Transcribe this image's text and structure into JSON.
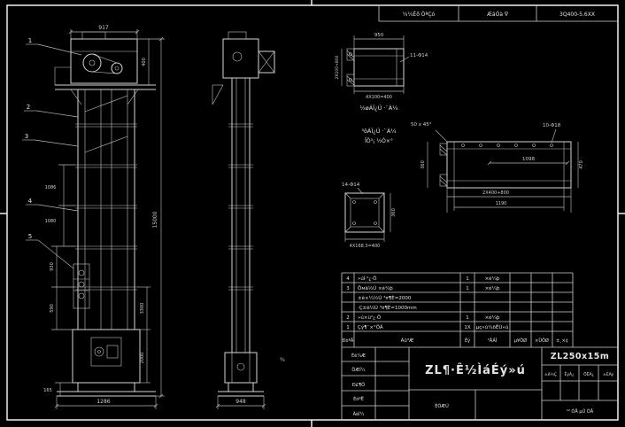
{
  "header": {
    "cell1": "¼¼Êõ ÒªÇó",
    "cell2": "ÆäÓà ∇",
    "doc_no": "3Q400-5.6XX"
  },
  "front_view": {
    "balloon1": "1",
    "balloon2": "2",
    "balloon3": "3",
    "balloon4": "4",
    "balloon5": "5",
    "dim_top": "917",
    "dim_height": "15000",
    "dim_bottom": "1286",
    "dim_left1": "1086",
    "dim_left2": "1080",
    "dim_left3": "930",
    "dim_left4": "590",
    "dim_left5": "165",
    "dim_right0": "400",
    "dim_right1": "3300",
    "dim_right2": "2000"
  },
  "side_view": {
    "dim_bottom": "948",
    "stray": "¾"
  },
  "detail_a": {
    "dim_top": "950",
    "holes": "11-Φ14",
    "dim_left": "2X100+800",
    "dim_bottom": "4X100=400",
    "caption": "½øÁÏ¿Ú ·¨À¼"
  },
  "detail_b": {
    "caption1": "³öÁÏ¿Ú ·¨À¼",
    "caption2": "ÏÖ³¡ ½Ó×°",
    "chamfer": "50 x 45°",
    "holes": "10-Φ18",
    "dim_inner": "1098",
    "dim_bottom1": "2X400+800",
    "dim_bottom2": "1190",
    "dim_right": "470",
    "dim_left": "360"
  },
  "detail_c": {
    "holes": "14-Φ14",
    "dim_bottom": "4X168.3=400",
    "dim_right": "360"
  },
  "bom": {
    "rows": [
      {
        "no": "4",
        "name": "»úÍ·²¿·Ö",
        "qty": "1",
        "mat": "×é¼þ"
      },
      {
        "no": "3",
        "name": "Öмä½Ú ×é¼þ",
        "qty": "1",
        "mat": "×é¼þ"
      },
      {
        "no": "",
        "name": "±ê×¼½Ú ³¤¶È=2000",
        "qty": "",
        "mat": ""
      },
      {
        "no": "",
        "name": "·Ç±ê½Ú ³¤¶È=1000mm",
        "qty": "",
        "mat": ""
      },
      {
        "no": "2",
        "name": "»ú×ù²¿·Ö",
        "qty": "1",
        "mat": "×é¼þ"
      },
      {
        "no": "1",
        "name": "Çý¶¯×°ÖÃ",
        "qty": "1X",
        "mat": "µç»ú¼õËÙ»ú"
      }
    ],
    "header": {
      "no": "ÐòºÅ",
      "name": "Ãû³Æ",
      "qty": "Êý",
      "mat": "²ÄÁÏ",
      "unit": "µ¥ÖØ",
      "total": "×ÜÖØ",
      "remark": "±¸×¢"
    }
  },
  "title_block": {
    "title": "ZL¶·Ê½ÌáÉý»ú",
    "model": "ZL250x15m",
    "role1": "Éè¼Æ",
    "role2": "ÖÆÍ¼",
    "role3": "Ð£¶Ô",
    "role4": "ÉóºË",
    "role5": "ÃèÍ¼",
    "grid1": "±ê¼Ç",
    "grid2": "ÊýÁ¿",
    "grid3": "ÖÊÁ¿",
    "grid4": "±ÈÀý",
    "sheet": "¹² ÕÅ µÚ ÕÅ",
    "date": "ÈÕÆÚ"
  }
}
